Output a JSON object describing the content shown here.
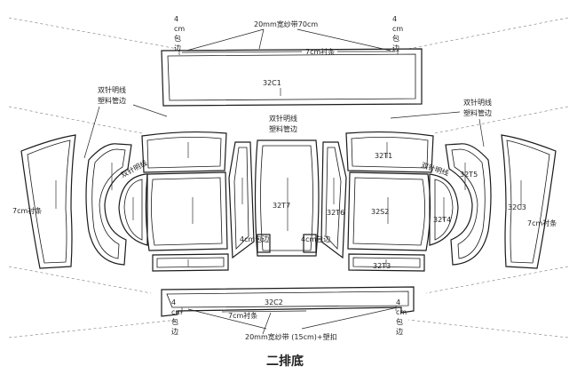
{
  "title": "二排底",
  "top": {
    "strap_label": "20mm宽纱带70cm",
    "lining_label": "7cm衬条",
    "binding_left": [
      "4",
      "cm",
      "包",
      "边"
    ],
    "binding_right": [
      "4",
      "cm",
      "包",
      "边"
    ]
  },
  "bottom": {
    "strap_label": "20mm宽纱带 (15cm)+塑扣",
    "lining_label": "7cm衬条",
    "binding_left": [
      "4",
      "cm",
      "包",
      "边"
    ],
    "binding_right": [
      "4",
      "cm",
      "包",
      "边"
    ]
  },
  "notes": {
    "left_stitch": [
      "双针明线",
      "塑料管边"
    ],
    "right_stitch": [
      "双针明线",
      "塑料管边"
    ],
    "center_stitch": [
      "双针明线",
      "塑料管边"
    ],
    "left_lining": "7cm衬条",
    "right_lining": "7cm衬条",
    "left_curve_stitch": "双针明线",
    "right_curve_stitch": "双针明线",
    "binding_4cm_left": "4cm包边",
    "binding_4cm_right": "4cm包边"
  },
  "parts": {
    "c1": "32C1",
    "c2": "32C2",
    "c3": "32C3",
    "t1": "32T1",
    "t2": "32S2",
    "t3": "32T3",
    "t4": "32T4",
    "t5": "32T5",
    "t6": "32T6",
    "t7": "32T7"
  }
}
